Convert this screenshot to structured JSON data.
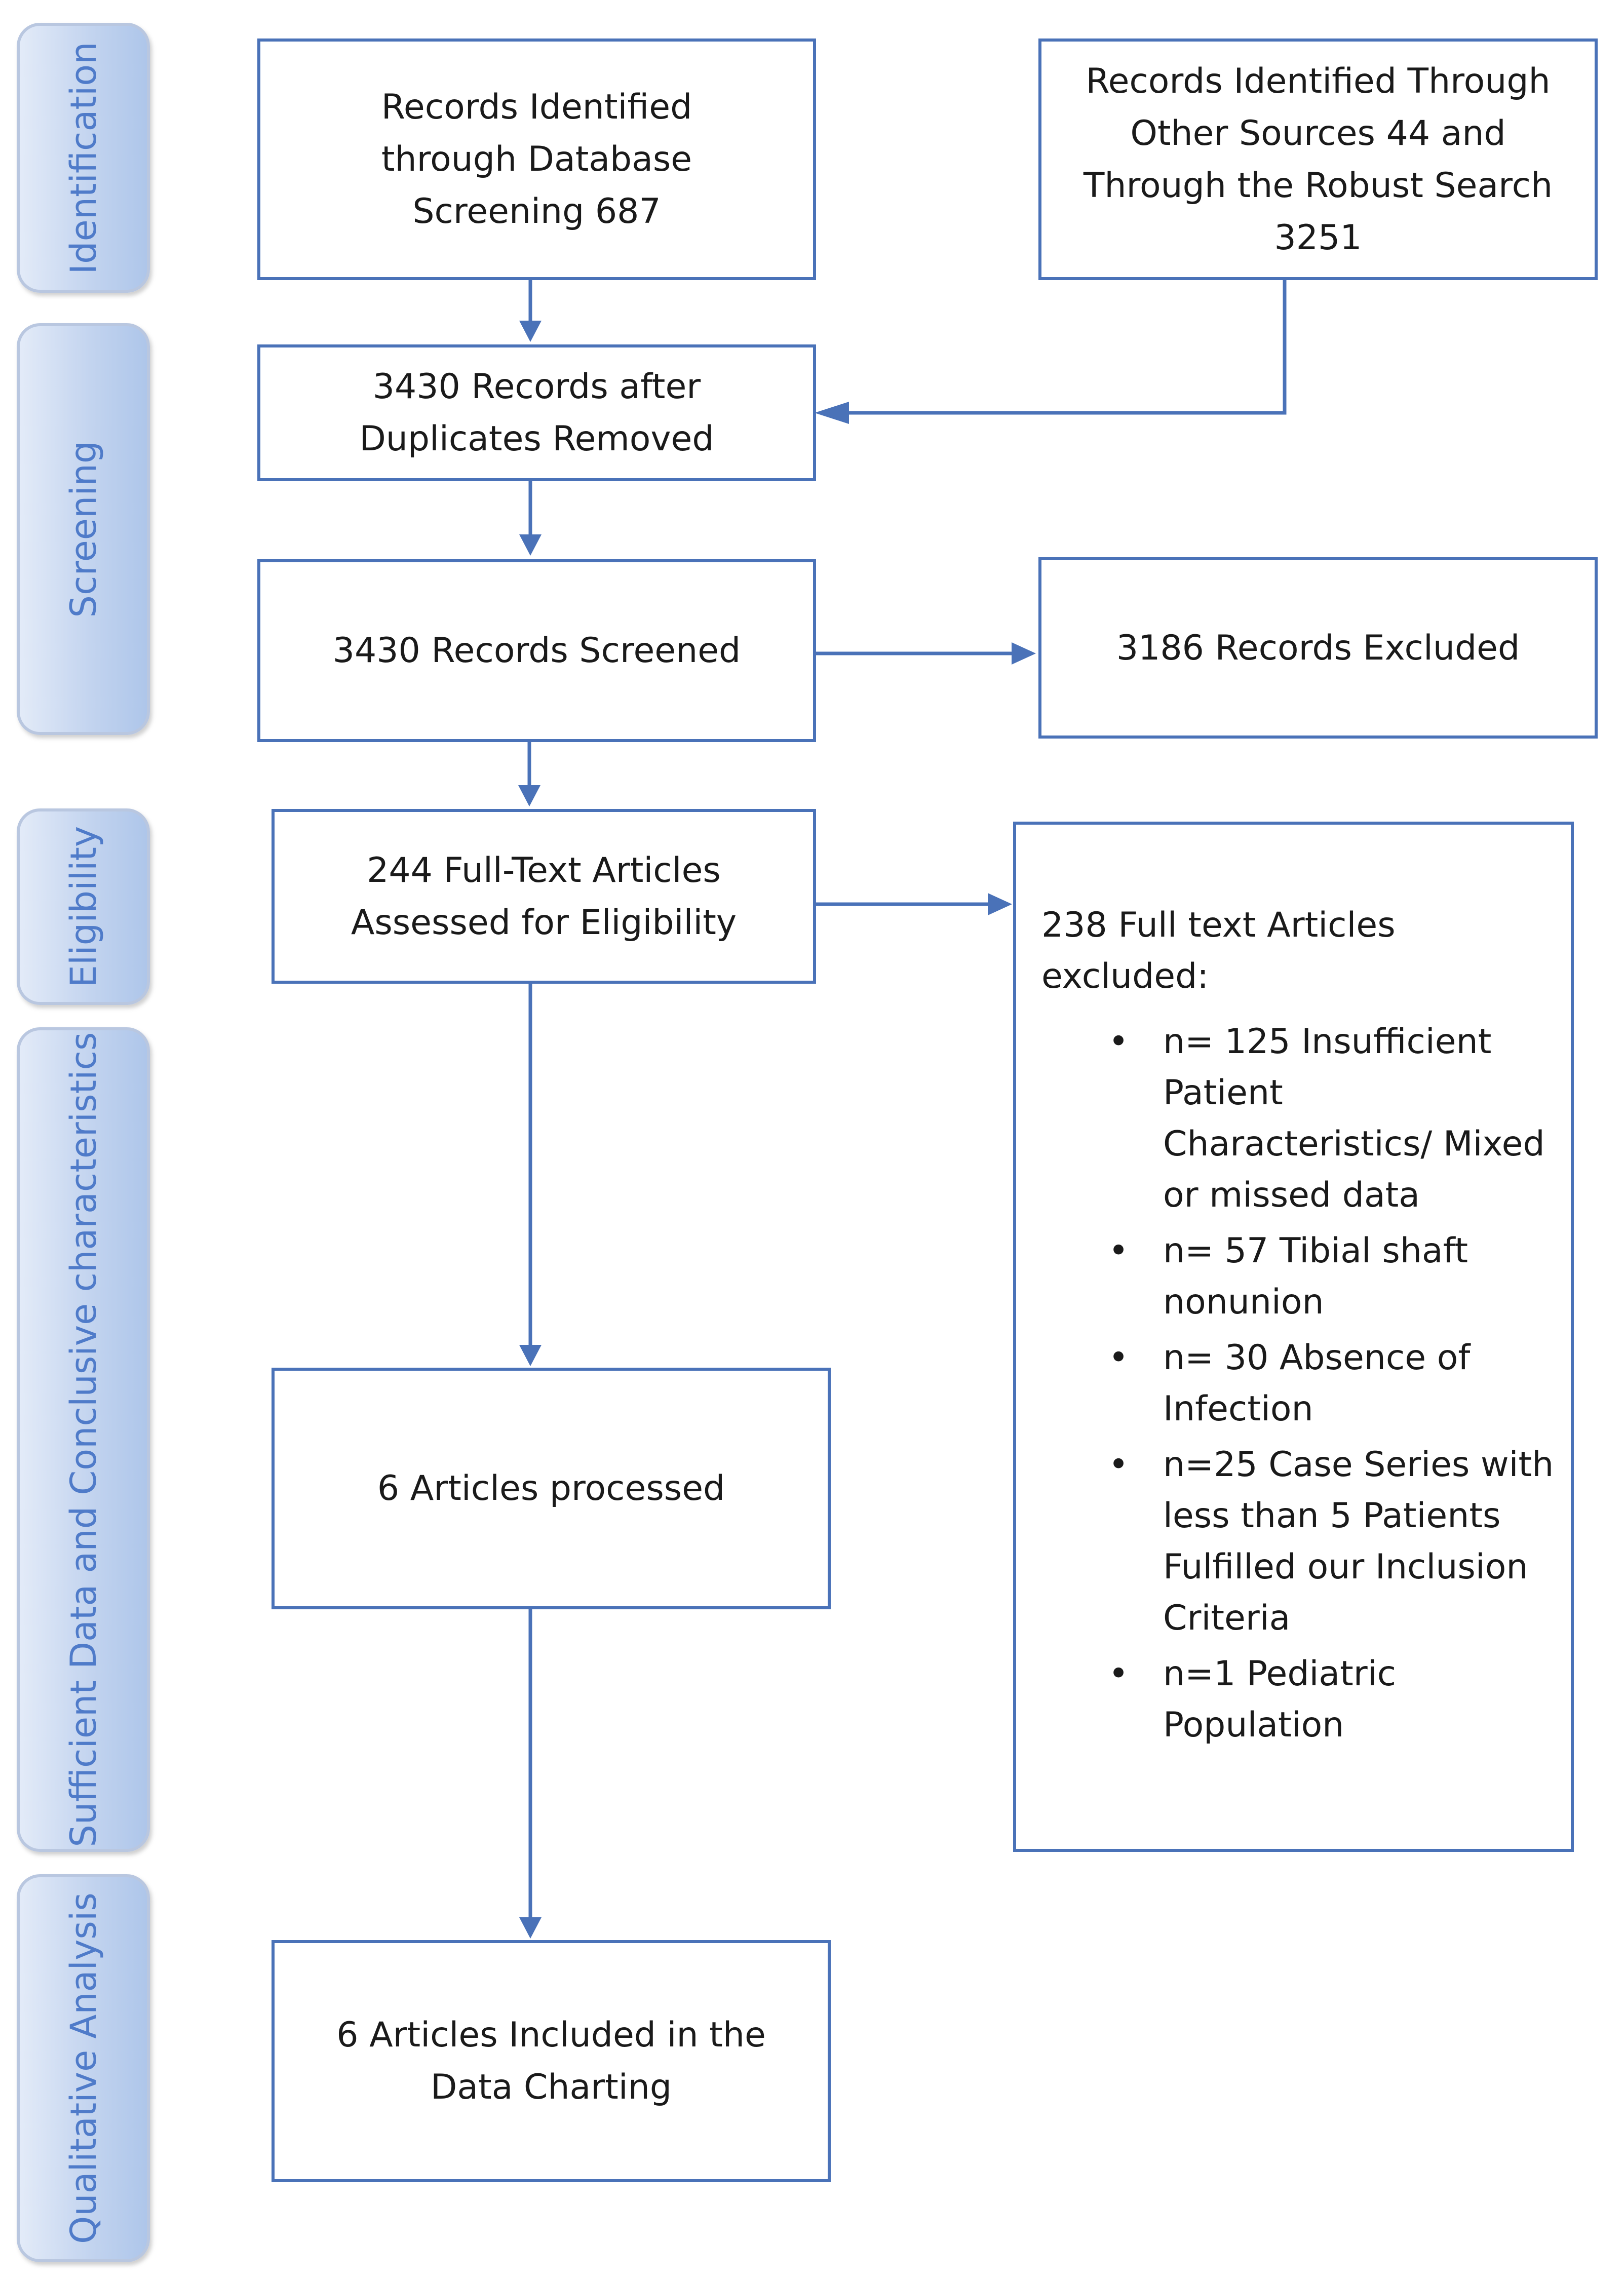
{
  "stages": [
    {
      "id": "identification",
      "label": "Identification"
    },
    {
      "id": "screening",
      "label": "Screening"
    },
    {
      "id": "eligibility",
      "label": "Eligibility"
    },
    {
      "id": "sufficient",
      "label": "Sufficient Data and Conclusive characteristics"
    },
    {
      "id": "qualitative",
      "label": "Qualitative Analysis"
    }
  ],
  "boxes": {
    "database": "Records Identified through Database Screening 687",
    "other_sources": "Records Identified Through Other Sources 44 and Through the Robust Search 3251",
    "duplicates_removed": "3430 Records after Duplicates Removed",
    "screened": "3430 Records Screened",
    "excluded": "3186 Records Excluded",
    "full_text": "244 Full-Text Articles Assessed for Eligibility",
    "processed": "6 Articles processed",
    "included": "6 Articles Included in the Data Charting"
  },
  "exclusion": {
    "title": "238 Full text Articles excluded:",
    "items": [
      "n= 125 Insufficient Patient Characteristics/ Mixed or missed data",
      "n= 57 Tibial shaft nonunion",
      "n= 30 Absence of Infection",
      "n=25 Case Series with less than 5 Patients Fulfilled our Inclusion Criteria",
      "n=1 Pediatric Population"
    ],
    "bullet": "•"
  },
  "colors": {
    "box_border": "#4a72b8",
    "arrow": "#4a72b8",
    "stage_text": "#4f7bc9",
    "stage_fill": "#c3d4ef"
  }
}
